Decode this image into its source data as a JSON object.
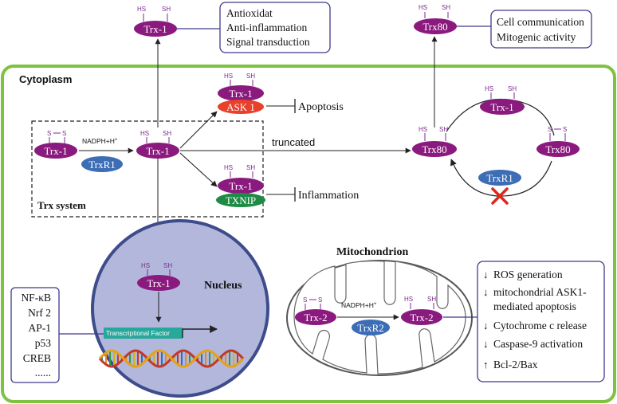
{
  "labels": {
    "cytoplasm": "Cytoplasm",
    "trx_system": "Trx system",
    "nucleus": "Nucleus",
    "mitochondrion": "Mitochondrion",
    "truncated": "truncated",
    "nadph": "NADPH+H",
    "nadph_sup": "+",
    "transcriptional_factor": "Transcriptional Factor",
    "apoptosis": "Apoptosis",
    "inflammation": "Inflammation"
  },
  "molecules": {
    "trx1": "Trx-1",
    "trxr1": "TrxR1",
    "ask1": "ASK 1",
    "txnip": "TXNIP",
    "trx80": "Trx80",
    "trx2": "Trx-2",
    "trxr2": "TrxR2"
  },
  "groups": {
    "hs": "HS",
    "sh": "SH",
    "s": "S"
  },
  "boxes": {
    "top_trx1_functions": [
      "Antioxidat",
      "Anti-inflammation",
      "Signal transduction"
    ],
    "trx80_functions": [
      "Cell communication",
      "Mitogenic activity"
    ],
    "transcription_factors": [
      "NF-κB",
      "Nrf 2",
      "AP-1",
      "p53",
      "CREB",
      "......"
    ],
    "mitochondrial_effects": [
      {
        "arrow": "↓",
        "text": "ROS generation"
      },
      {
        "arrow": "↓",
        "text": "mitochondrial ASK1-"
      },
      {
        "arrow": "",
        "text": "mediated apoptosis"
      },
      {
        "arrow": "↓",
        "text": "Cytochrome c release"
      },
      {
        "arrow": "↓",
        "text": "Caspase-9 activation"
      },
      {
        "arrow": "↑",
        "text": "Bcl-2/Bax"
      }
    ]
  },
  "colors": {
    "trx_purple": "#8b1a7f",
    "thiol_text": "#7b2a8c",
    "trxr_blue": "#3d6db5",
    "ask1_red": "#e8402a",
    "txnip_green": "#1e8a45",
    "cell_border": "#7ec242",
    "nucleus_fill": "#b3b7dc",
    "nucleus_border": "#3e4c8c",
    "box_border": "#3e3a8c",
    "tf_bar": "#27a89a",
    "inhibit_x": "#e0261b"
  }
}
